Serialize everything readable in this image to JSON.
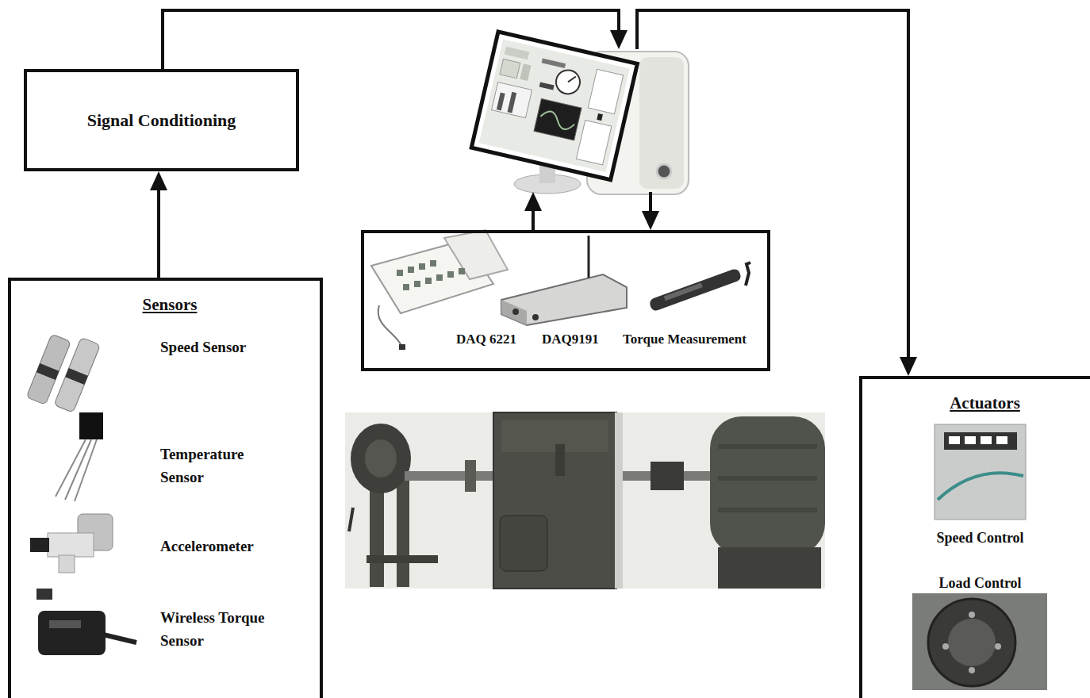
{
  "diagram": {
    "nodes": [
      {
        "text": [
          "Signal Conditioning"
        ]
      },
      {
        "text": []
      },
      {
        "text": [
          "DAQ 6221",
          "DAQ9191",
          "Torque Measurement"
        ]
      },
      {
        "text": [
          "Sensors",
          "Speed Sensor",
          "Temperature Sensor",
          "Accelerometer",
          "Wireless Torque Sensor"
        ]
      },
      {
        "text": [
          "Actuators",
          "Speed Control",
          "Load Control"
        ]
      }
    ],
    "edges": [
      {
        "from": 3,
        "to": 0,
        "arrow": "to"
      },
      {
        "from": 0,
        "to": 1,
        "arrow": "to"
      },
      {
        "from": 1,
        "to": 4,
        "arrow": "to"
      },
      {
        "from": 2,
        "to": 1,
        "arrow": "to"
      },
      {
        "from": 1,
        "to": 2,
        "arrow": "to"
      }
    ]
  }
}
